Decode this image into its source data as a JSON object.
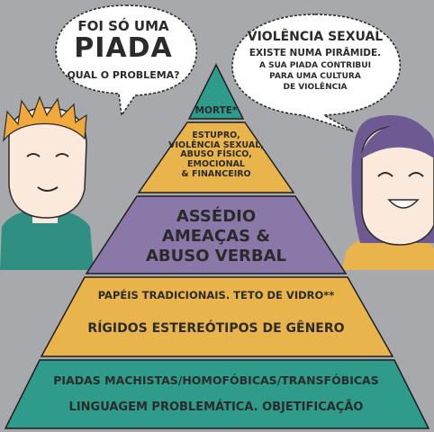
{
  "left_bubble": {
    "line1": "FOI SÓ UMA",
    "line2": "PIADA",
    "line3": "QUAL O PROBLEMA?"
  },
  "right_bubble": {
    "line1": "VIOLÊNCIA SEXUAL",
    "line2": "EXISTE NUMA PIRÂMIDE.",
    "line3": "A SUA PIADA CONTRIBUI",
    "line4": "PARA UMA CULTURA",
    "line5": "DE VIOLÊNCIA"
  },
  "pyramid": {
    "level1": "MORTE*",
    "level2": [
      "ESTUPRO,",
      "VIOLÊNCIA SEXUAL,",
      "ABUSO FÍSICO,",
      "EMOCIONAL",
      "& FINANCEIRO"
    ],
    "level3": [
      "ASSÉDIO",
      "AMEAÇAS &",
      "ABUSO VERBAL"
    ],
    "level4": [
      "PAPÉIS TRADICIONAIS. TETO DE VIDRO**",
      "RÍGIDOS ESTEREÓTIPOS DE GÊNERO"
    ],
    "level5": [
      "PIADAS MACHISTAS/HOMOFÓBICAS/TRANSFÓBICAS",
      "LINGUAGEM PROBLEMÁTICA. OBJETIFICAÇÃO"
    ]
  },
  "colors": {
    "background": "#a7a9ac",
    "teal": "#2f9b8a",
    "mustard": "#e9b44c",
    "purple": "#8a78a8",
    "bubble": "#ffffff",
    "skin": "#fbe9dc",
    "hair_blond": "#f0a93a",
    "hair_purple": "#6e5a92"
  }
}
